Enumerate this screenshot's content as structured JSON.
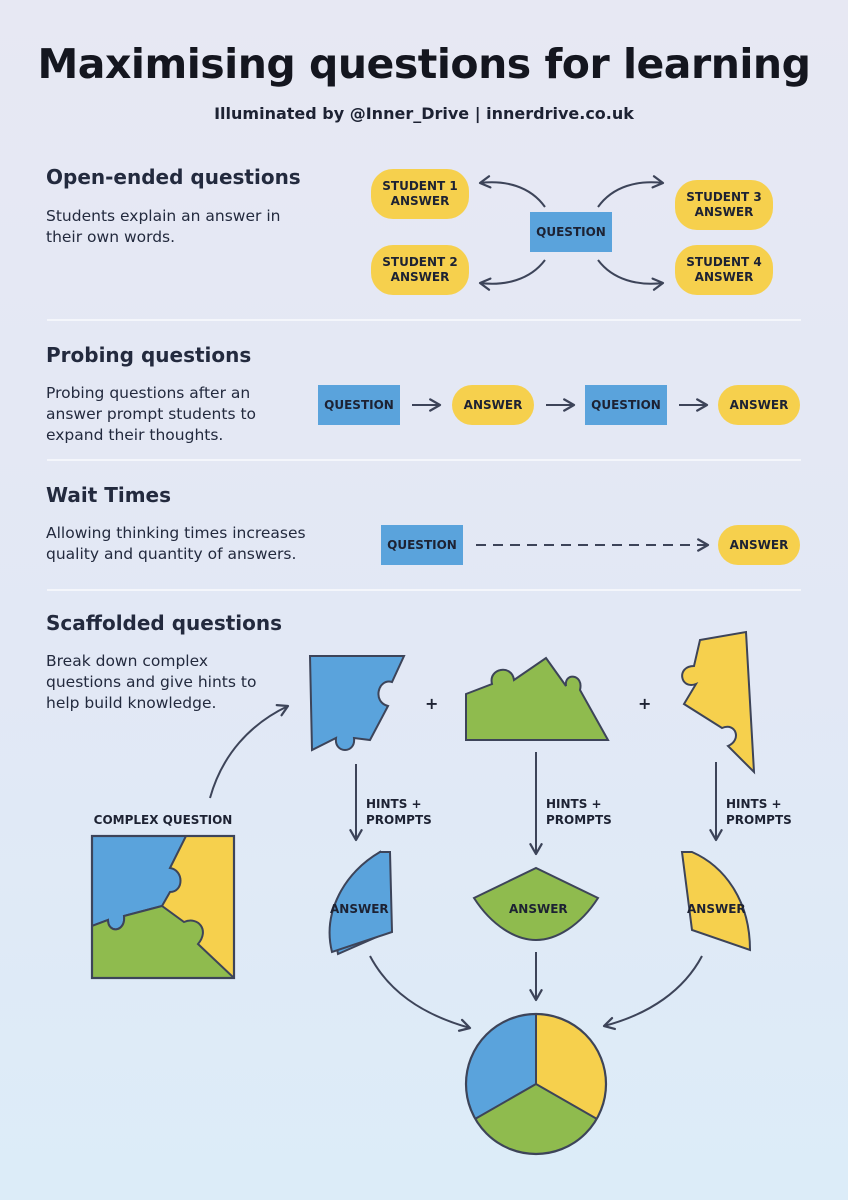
{
  "header": {
    "title": "Maximising questions for learning",
    "subtitle": "Illuminated by @Inner_Drive | innerdrive.co.uk"
  },
  "colors": {
    "blue": "#5aa3dc",
    "yellow": "#f6d04d",
    "green": "#8fbb4e",
    "outline": "#3d4459",
    "text": "#1d2233"
  },
  "sections": {
    "open_ended": {
      "heading": "Open-ended questions",
      "description": "Students explain an answer in their own words.",
      "question": "QUESTION",
      "students": [
        "STUDENT 1\nANSWER",
        "STUDENT 2\nANSWER",
        "STUDENT 3\nANSWER",
        "STUDENT 4\nANSWER"
      ]
    },
    "probing": {
      "heading": "Probing questions",
      "description": "Probing questions after an answer prompt students to expand their thoughts.",
      "question_1": "QUESTION",
      "answer_1": "ANSWER",
      "question_2": "QUESTION",
      "answer_2": "ANSWER"
    },
    "wait_times": {
      "heading": "Wait Times",
      "description": "Allowing thinking times increases quality and quantity of answers.",
      "question": "QUESTION",
      "answer": "ANSWER"
    },
    "scaffolded": {
      "heading": "Scaffolded questions",
      "description": "Break down complex questions and give hints to help build knowledge.",
      "complex_label": "COMPLEX QUESTION",
      "plus": "+",
      "hints": "HINTS +\nPROMPTS",
      "answer": "ANSWER"
    }
  }
}
